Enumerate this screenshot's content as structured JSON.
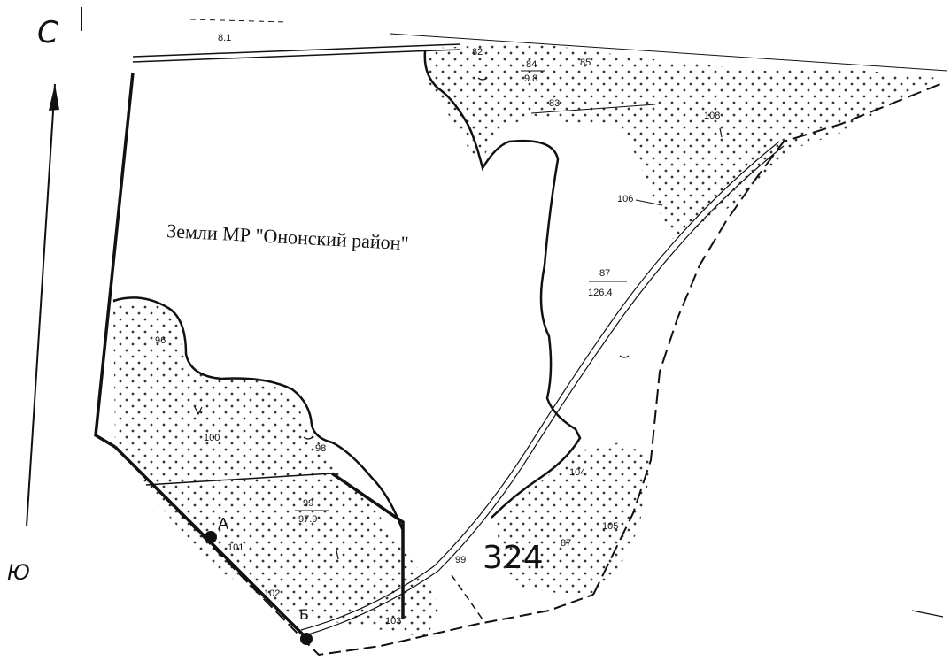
{
  "map": {
    "title": "Земли МР \"Ононский район\"",
    "north_mark": "С",
    "south_mark": "Ю",
    "plot_number": "324",
    "point_labels": {
      "a": "A",
      "b": "Б"
    },
    "labels": {
      "q81": "8.1",
      "q82": "82",
      "q83": "83",
      "q84": "84",
      "q84_area": "9.8",
      "q85": "85",
      "q87": "87",
      "q87_area": "126.4",
      "q87b": "87",
      "q96": "96",
      "q98": "98",
      "q99": "99",
      "q99_area": "97.9",
      "q99b": "99",
      "q100": "100",
      "q101": "101",
      "q102": "102",
      "q103": "103",
      "q104": "104",
      "q105": "105",
      "q106": "106",
      "q108": "108"
    }
  }
}
